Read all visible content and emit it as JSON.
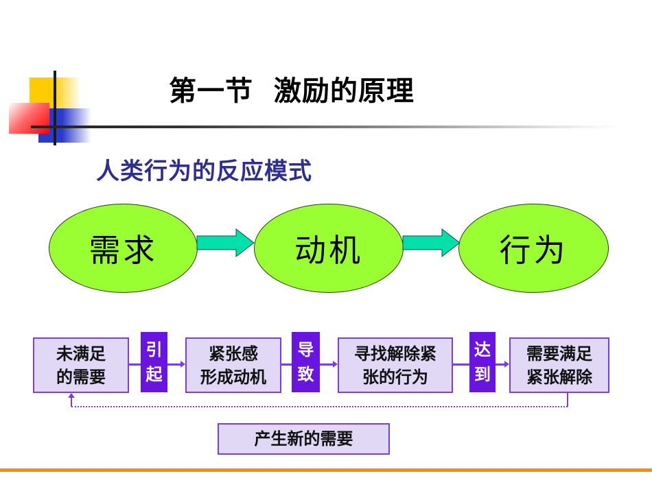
{
  "slide": {
    "title": "第一节  激励的原理",
    "subtitle": "人类行为的反应模式"
  },
  "top_flow": {
    "nodes": [
      {
        "label": "需求"
      },
      {
        "label": "动机"
      },
      {
        "label": "行为"
      }
    ],
    "colors": {
      "node_fill": "#99ff33",
      "arrow_fill": "#00e0a8"
    }
  },
  "process_flow": {
    "steps": [
      {
        "line1": "未满足",
        "line2": "的需要"
      },
      {
        "line1": "紧张感",
        "line2": "形成动机"
      },
      {
        "line1": "寻找解除紧",
        "line2": "张的行为"
      },
      {
        "line1": "需要满足",
        "line2": "紧张解除"
      }
    ],
    "transitions": [
      {
        "char1": "引",
        "char2": "起"
      },
      {
        "char1": "导",
        "char2": "致"
      },
      {
        "char1": "达",
        "char2": "到"
      }
    ],
    "feedback_label": "产生新的需要",
    "colors": {
      "box_fill": "#e0d8f4",
      "box_border": "#7a3fd8",
      "verb_fill": "#6a14e0"
    }
  },
  "theme": {
    "accent_orange": "#ff8c00",
    "subtitle_color": "#2e2e8c"
  }
}
